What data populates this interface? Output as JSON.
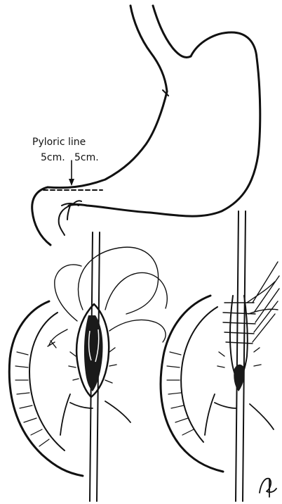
{
  "annotation": {
    "line1": "Pyloric line",
    "line2": "5cm.",
    "line3": "5cm."
  },
  "signature": "AP",
  "ink_color": "#111111"
}
